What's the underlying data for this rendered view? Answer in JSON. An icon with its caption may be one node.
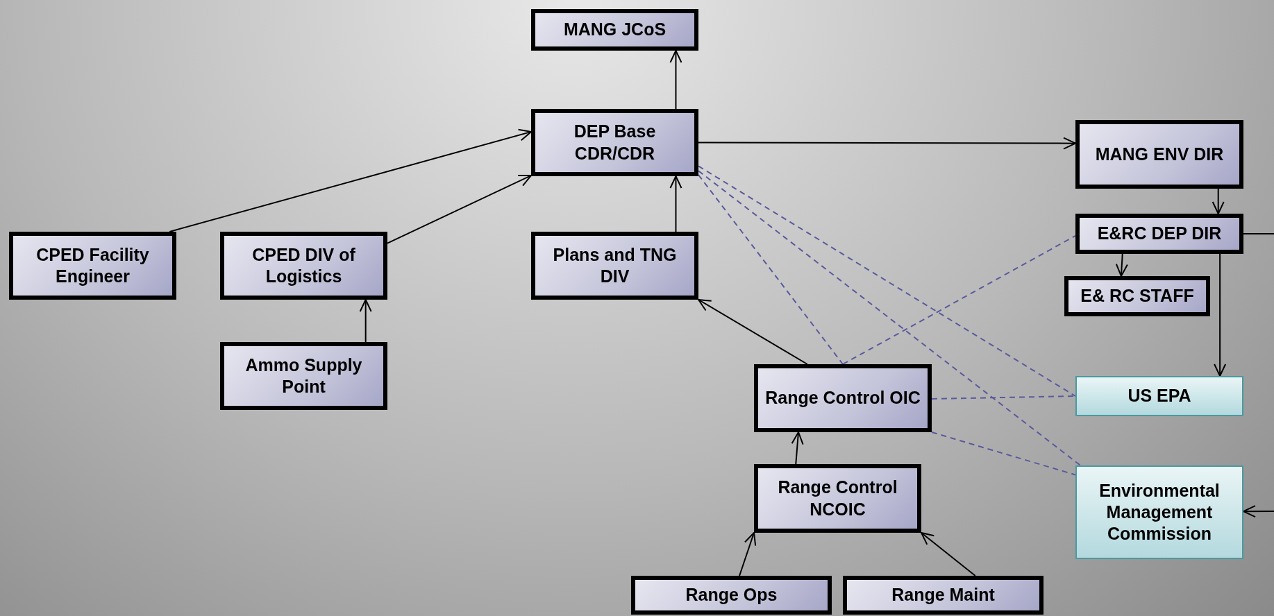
{
  "diagram": {
    "nodes": [
      {
        "text": [
          "MANG JCoS"
        ]
      },
      {
        "text": [
          "DEP Base CDR/CDR"
        ]
      },
      {
        "text": [
          "MANG ENV DIR"
        ]
      },
      {
        "text": [
          "E&RC DEP DIR"
        ]
      },
      {
        "text": [
          "CPED Facility Engineer"
        ]
      },
      {
        "text": [
          "CPED DIV of Logistics"
        ]
      },
      {
        "text": [
          "Plans and TNG DIV"
        ]
      },
      {
        "text": [
          "E& RC STAFF"
        ]
      },
      {
        "text": [
          "Ammo Supply Point"
        ]
      },
      {
        "text": [
          "Range Control OIC"
        ]
      },
      {
        "text": [
          "US EPA"
        ]
      },
      {
        "text": [
          "Range Control NCOIC"
        ]
      },
      {
        "text": [
          "Environmental Management Commission"
        ]
      },
      {
        "text": [
          "Range Ops"
        ]
      },
      {
        "text": [
          "Range Maint"
        ]
      }
    ],
    "edges": [
      {
        "from": 1,
        "to": 0,
        "arrow": "to"
      },
      {
        "from": 1,
        "to": 2,
        "arrow": "to"
      },
      {
        "from": 2,
        "to": 3,
        "arrow": "to"
      },
      {
        "from": 3,
        "to": 7,
        "arrow": "to"
      },
      {
        "from": 3,
        "to": 10,
        "arrow": "to"
      },
      {
        "from": 4,
        "to": 1,
        "arrow": "to"
      },
      {
        "from": 5,
        "to": 1,
        "arrow": "to"
      },
      {
        "from": 8,
        "to": 5,
        "arrow": "to"
      },
      {
        "from": 6,
        "to": 1,
        "arrow": "to"
      },
      {
        "from": 9,
        "to": 6,
        "arrow": "to"
      },
      {
        "from": 11,
        "to": 9,
        "arrow": "to"
      },
      {
        "from": 13,
        "to": 11,
        "arrow": "to"
      },
      {
        "from": 14,
        "to": 11,
        "arrow": "to"
      },
      {
        "from": 3,
        "to": null,
        "arrow": "none"
      },
      {
        "from": null,
        "to": 12,
        "arrow": "to"
      },
      {
        "from": 1,
        "to": 10,
        "arrow": "none",
        "style": "dashed",
        "color": "#5a5a9c"
      },
      {
        "from": 1,
        "to": 12,
        "arrow": "none",
        "style": "dashed",
        "color": "#5a5a9c"
      },
      {
        "from": 1,
        "to": 9,
        "arrow": "none",
        "style": "dashed",
        "color": "#5a5a9c"
      },
      {
        "from": 9,
        "to": 3,
        "arrow": "none",
        "style": "dashed",
        "color": "#5a5a9c"
      },
      {
        "from": 9,
        "to": 10,
        "arrow": "none",
        "style": "dashed",
        "color": "#5a5a9c"
      },
      {
        "from": 9,
        "to": 12,
        "arrow": "none",
        "style": "dashed",
        "color": "#5a5a9c"
      }
    ]
  }
}
